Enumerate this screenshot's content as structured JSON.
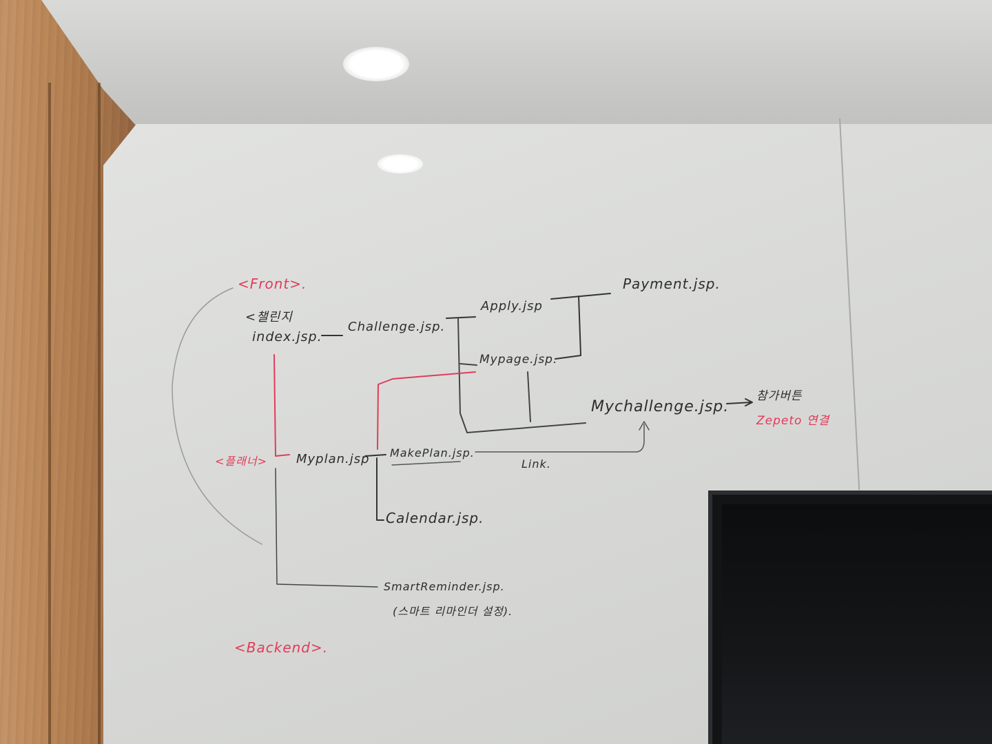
{
  "whiteboard": {
    "front_heading": "<Front>.",
    "challenge_group": "<챌린지",
    "index": "index.jsp.",
    "challenge": "Challenge.jsp.",
    "apply": "Apply.jsp",
    "payment": "Payment.jsp.",
    "mypage": "Mypage.jsp.",
    "mychallenge": "Mychallenge.jsp.",
    "join_button": "참가버튼",
    "zepeto_link": "Zepeto 연결",
    "planner_group": "<플래너>",
    "myplan": "Myplan.jsp",
    "makeplan": "MakePlan.jsp.",
    "link_label": "Link.",
    "calendar": "Calendar.jsp.",
    "smartreminder": "SmartReminder.jsp.",
    "smartreminder_note": "(스마트 리마인더 설정).",
    "backend_heading": "<Backend>."
  },
  "colors": {
    "marker_black": "#2d2d2d",
    "marker_red": "#e23a58"
  }
}
